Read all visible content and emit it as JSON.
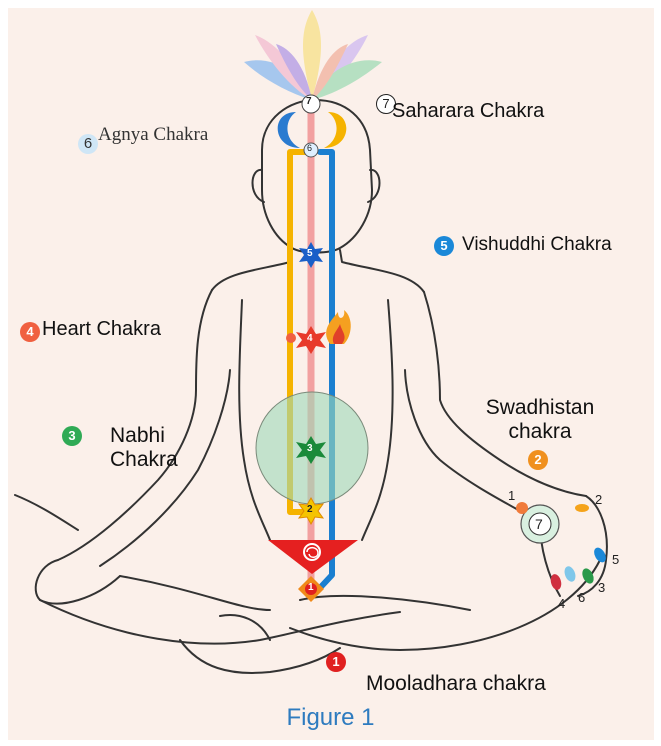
{
  "caption": "Figure 1",
  "chakras": [
    {
      "num": "1",
      "label": "Mooladhara chakra",
      "color": "#e02020"
    },
    {
      "num": "2",
      "label": "Swadhistan chakra",
      "color": "#f0901e"
    },
    {
      "num": "3",
      "label": "Nabhi Chakra",
      "color": "#2faa55"
    },
    {
      "num": "4",
      "label": "Heart Chakra",
      "color": "#f06040"
    },
    {
      "num": "5",
      "label": "Vishuddhi Chakra",
      "color": "#1a88d8"
    },
    {
      "num": "6",
      "label": "Agnya Chakra",
      "color": "#cfe6f6"
    },
    {
      "num": "7",
      "label": "Saharara Chakra",
      "color": "#ffffff"
    }
  ],
  "channel_colors": {
    "left": "#f5b300",
    "center": "#f2a0a0",
    "right": "#1a7fd0"
  },
  "hand": {
    "center_num": "7",
    "finger_nums": [
      "1",
      "2",
      "5",
      "3",
      "6",
      "4"
    ]
  }
}
